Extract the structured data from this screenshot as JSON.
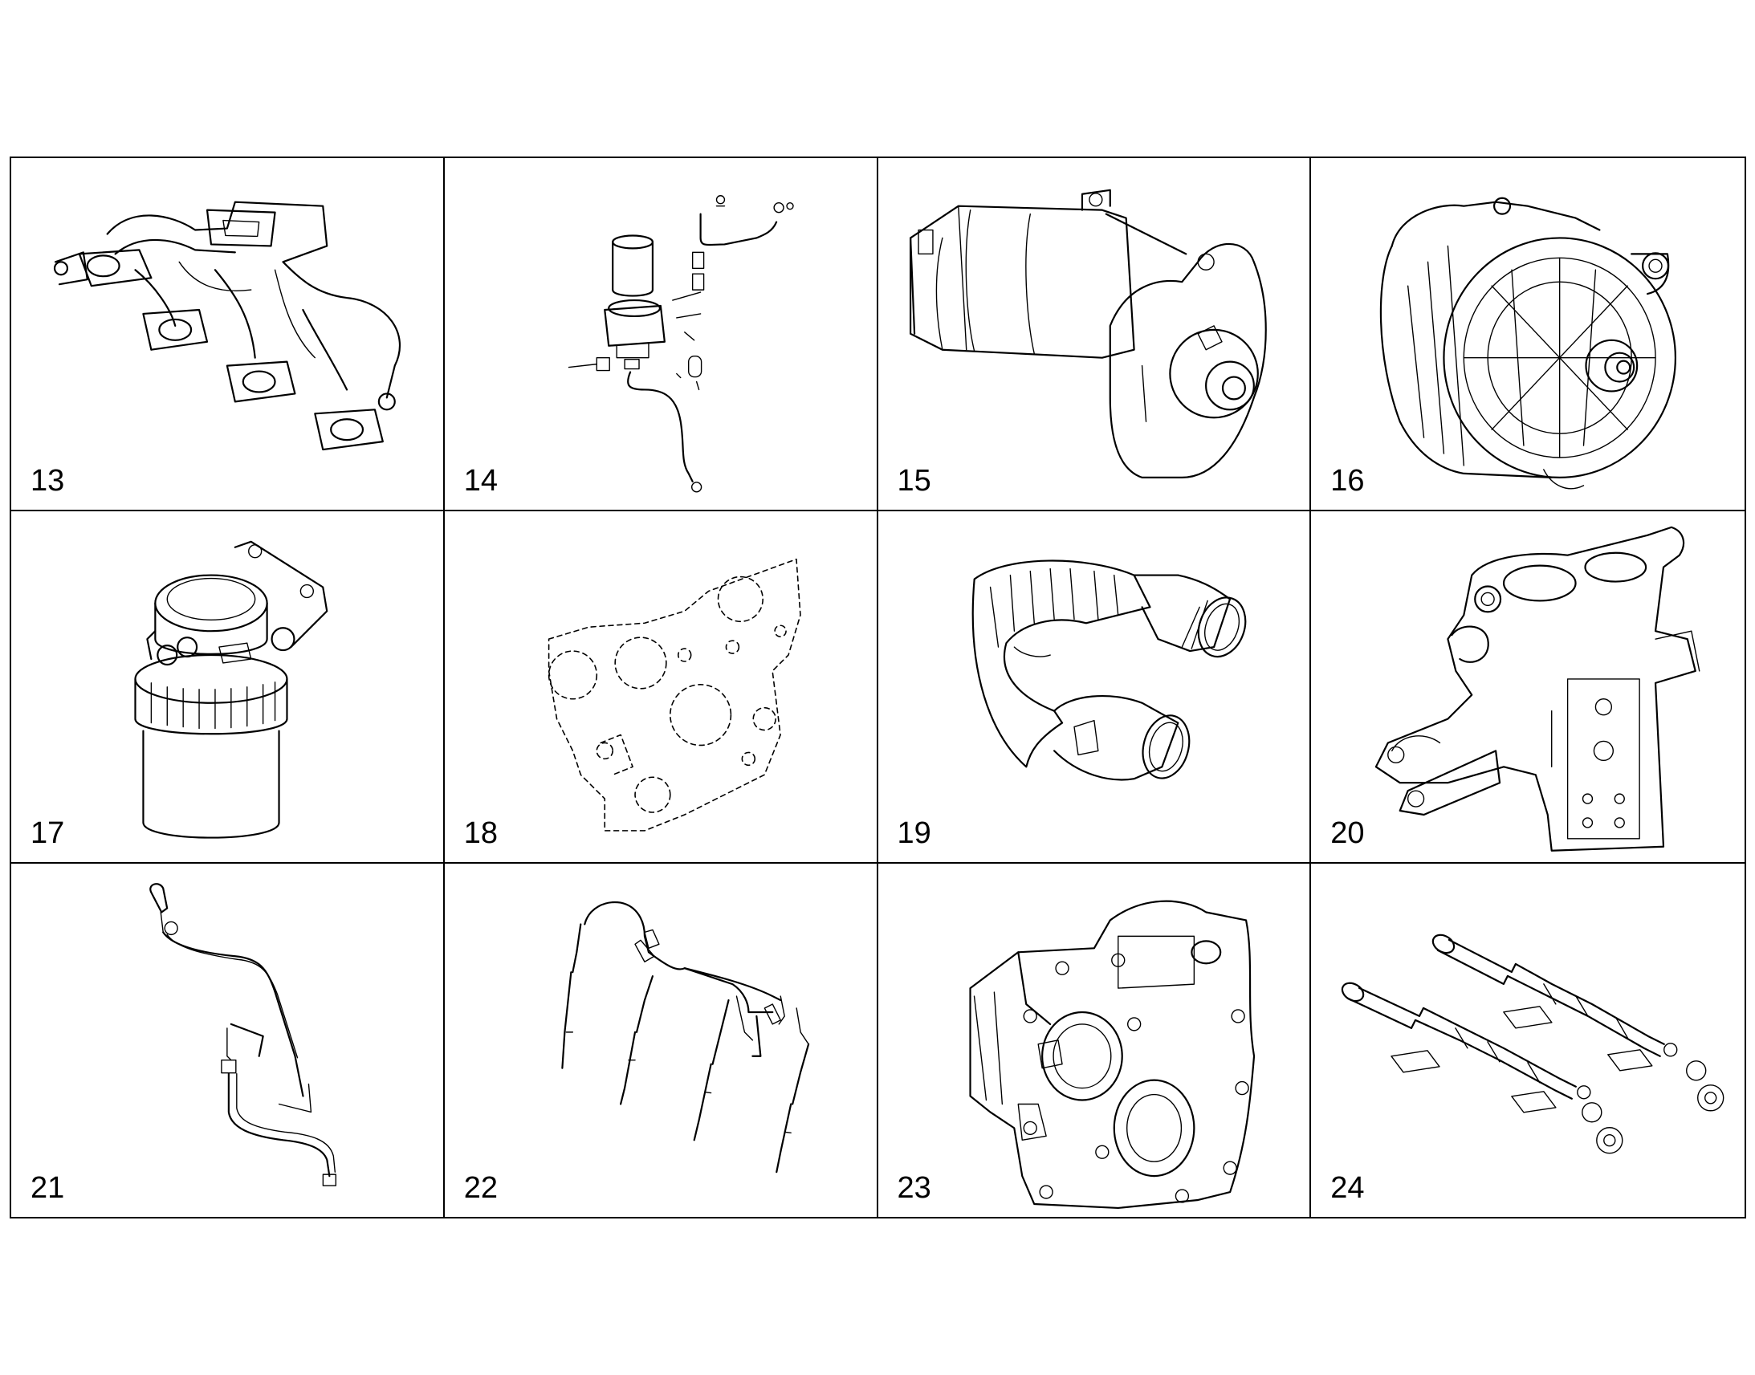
{
  "figure": {
    "panels": [
      {
        "label": "13",
        "icon": "exhaust-manifold-icon"
      },
      {
        "label": "14",
        "icon": "fuel-filter-assembly-icon"
      },
      {
        "label": "15",
        "icon": "starter-motor-icon"
      },
      {
        "label": "16",
        "icon": "alternator-icon"
      },
      {
        "label": "17",
        "icon": "fuel-filter-icon"
      },
      {
        "label": "18",
        "icon": "gasket-icon"
      },
      {
        "label": "19",
        "icon": "intake-hose-icon"
      },
      {
        "label": "20",
        "icon": "bracket-housing-icon"
      },
      {
        "label": "21",
        "icon": "dipstick-icon"
      },
      {
        "label": "22",
        "icon": "glow-plug-harness-icon"
      },
      {
        "label": "23",
        "icon": "timing-cover-icon"
      },
      {
        "label": "24",
        "icon": "balance-shaft-icon"
      }
    ]
  }
}
